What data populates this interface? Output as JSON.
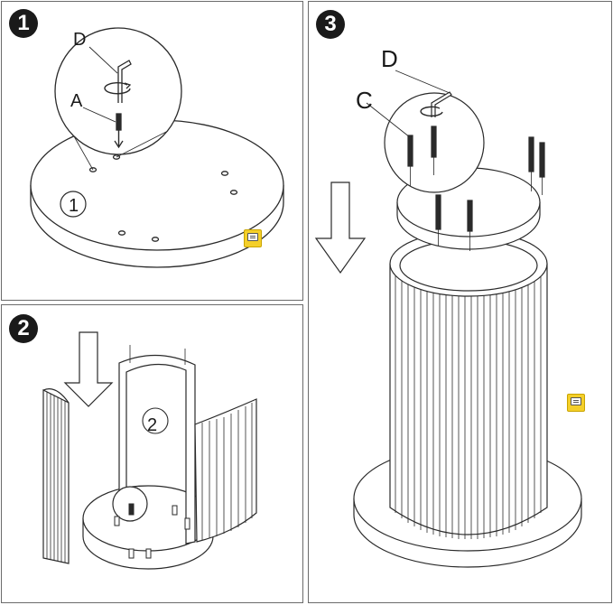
{
  "steps": [
    {
      "number": "1",
      "circled_label": "①",
      "labels": {
        "tool": "D",
        "part": "A"
      }
    },
    {
      "number": "2",
      "circled_label": "②"
    },
    {
      "number": "3",
      "labels": {
        "tool": "D",
        "part": "C"
      }
    }
  ],
  "icons": [
    "comment-note-icon",
    "rotation-arrow-icon",
    "down-arrow-icon"
  ],
  "colors": {
    "line": "#2a2a2a",
    "badge": "#1a1a1a",
    "note": "#f4cf2a"
  }
}
